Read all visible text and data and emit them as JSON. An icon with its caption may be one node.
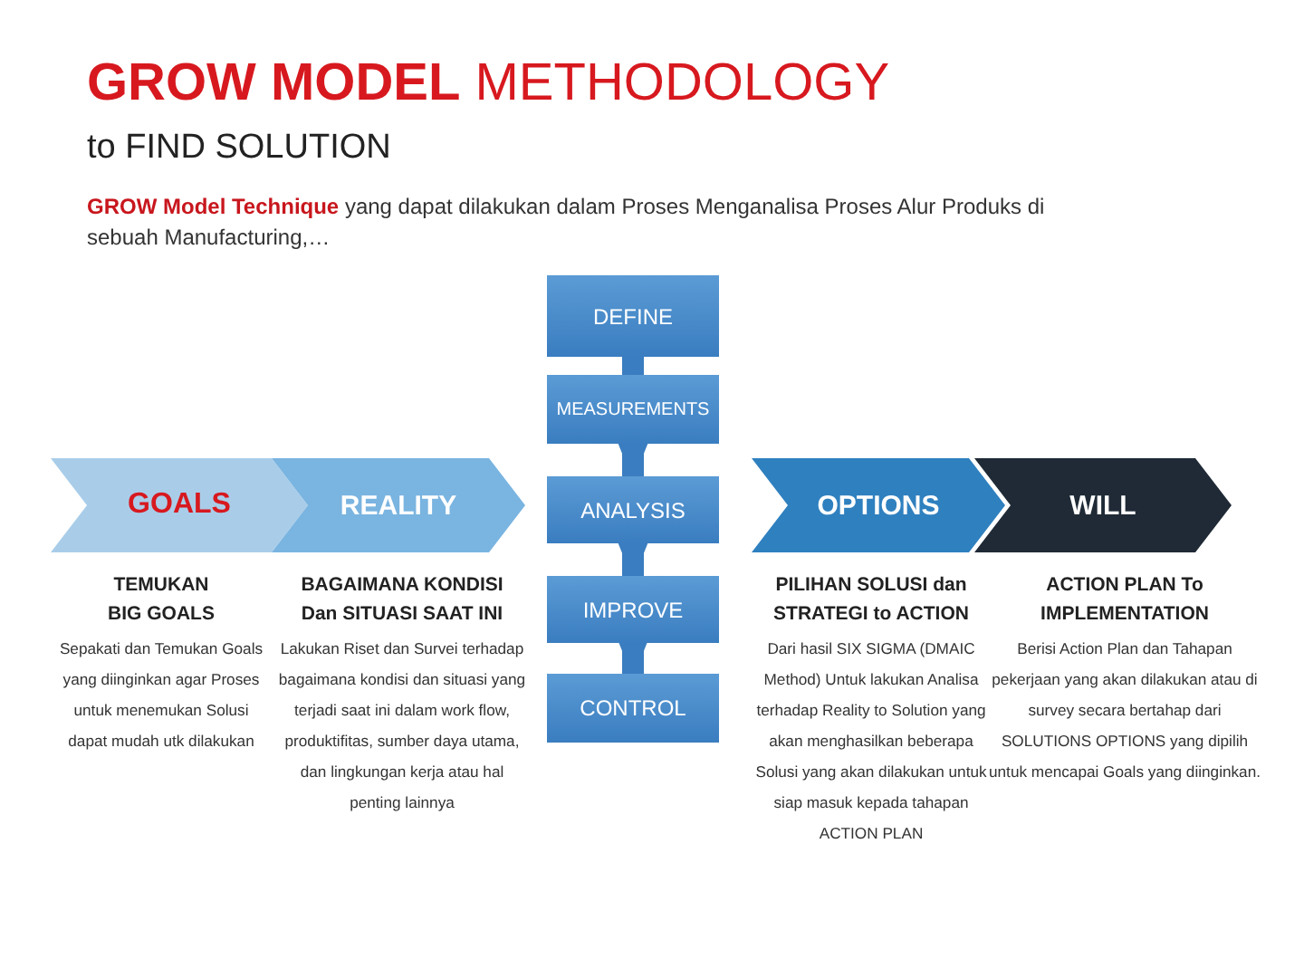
{
  "diagram": {
    "title": "**GROW MODEL** METHODOLOGY",
    "nodes": [
      {
        "text": [
          "DEFINE"
        ]
      },
      {
        "text": [
          "MEASUREMENTS"
        ]
      },
      {
        "text": [
          "ANALYSIS"
        ]
      },
      {
        "text": [
          "IMPROVE"
        ]
      },
      {
        "text": [
          "CONTROL"
        ]
      },
      {
        "text": [
          "GOALS"
        ],
        "beside": [
          "TEMUKAN BIG GOALS",
          "Sepakati dan Temukan Goals yang diinginkan agar Proses untuk menemukan Solusi dapat mudah utk dilakukan"
        ]
      },
      {
        "text": [
          "REALITY"
        ],
        "beside": [
          "BAGAIMANA KONDISI Dan SITUASI SAAT INI",
          "Lakukan Riset dan Survei terhadap bagaimana kondisi dan situasi yang terjadi saat ini dalam work flow, produktifitas, sumber daya utama, dan lingkungan kerja atau hal penting lainnya"
        ]
      },
      {
        "text": [
          "OPTIONS"
        ],
        "beside": [
          "PILIHAN SOLUSI dan STRATEGI to ACTION",
          "Dari hasil SIX SIGMA (DMAIC Method) Untuk lakukan Analisa terhadap Reality to Solution yang akan menghasilkan beberapa Solusi yang akan dilakukan untuk siap masuk kepada tahapan ACTION PLAN"
        ]
      },
      {
        "text": [
          "WILL"
        ],
        "beside": [
          "ACTION PLAN To IMPLEMENTATION",
          "Berisi Action Plan dan Tahapan pekerjaan yang akan dilakukan atau di survey secara bertahap dari SOLUTIONS OPTIONS yang dipilih untuk mencapai Goals yang diinginkan."
        ]
      }
    ],
    "edges": [
      {
        "from": 0,
        "to": 1,
        "arrow": "to"
      },
      {
        "from": 1,
        "to": 2,
        "arrow": "to"
      },
      {
        "from": 2,
        "to": 3,
        "arrow": "to"
      },
      {
        "from": 3,
        "to": 4,
        "arrow": "to"
      }
    ],
    "labels": [
      "to FIND SOLUTION",
      "**GROW Model Technique** yang dapat dilakukan dalam Proses Menganalisa Proses Alur Produks di sebuah Manufacturing,…"
    ]
  }
}
